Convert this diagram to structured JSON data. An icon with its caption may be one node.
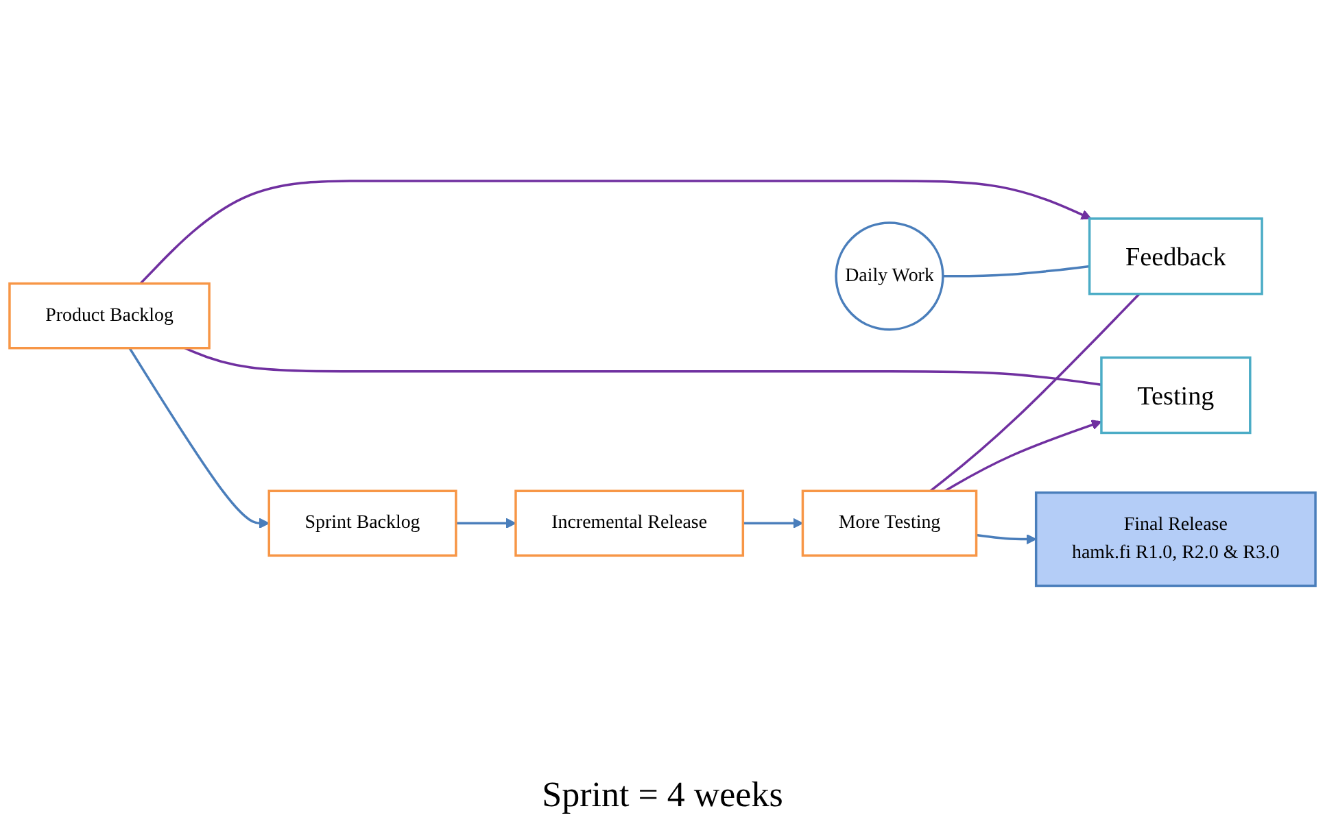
{
  "diagram": {
    "nodes": [
      {
        "text": [
          "Testing"
        ]
      },
      {
        "text": [
          "Product Backlog"
        ]
      },
      {
        "text": [
          "Sprint Backlog"
        ]
      },
      {
        "text": [
          "Incremental Release"
        ]
      },
      {
        "text": [
          "More Testing"
        ]
      },
      {
        "text": [
          "Final Release",
          "hamk.fi R1.0, R2.0 & R3.0"
        ]
      },
      {
        "text": [
          "Feedback"
        ]
      },
      {
        "text": [
          "Daily Work"
        ]
      }
    ],
    "edges": [
      {
        "from": 1,
        "to": 2,
        "arrow": "to"
      },
      {
        "from": 2,
        "to": 3,
        "arrow": "to"
      },
      {
        "from": 3,
        "to": 4,
        "arrow": "to"
      },
      {
        "from": 4,
        "to": 5,
        "arrow": "to"
      },
      {
        "from": 1,
        "to": 0,
        "arrow": "none",
        "color": "#7030a0"
      },
      {
        "from": 4,
        "to": 0,
        "arrow": "to",
        "color": "#7030a0"
      },
      {
        "from": 1,
        "to": 6,
        "arrow": "to",
        "color": "#7030a0"
      },
      {
        "from": 4,
        "to": 6,
        "arrow": "none",
        "color": "#7030a0"
      },
      {
        "from": 7,
        "to": 6,
        "arrow": "none"
      }
    ],
    "labels": [
      "Sprint = 4 weeks"
    ]
  }
}
